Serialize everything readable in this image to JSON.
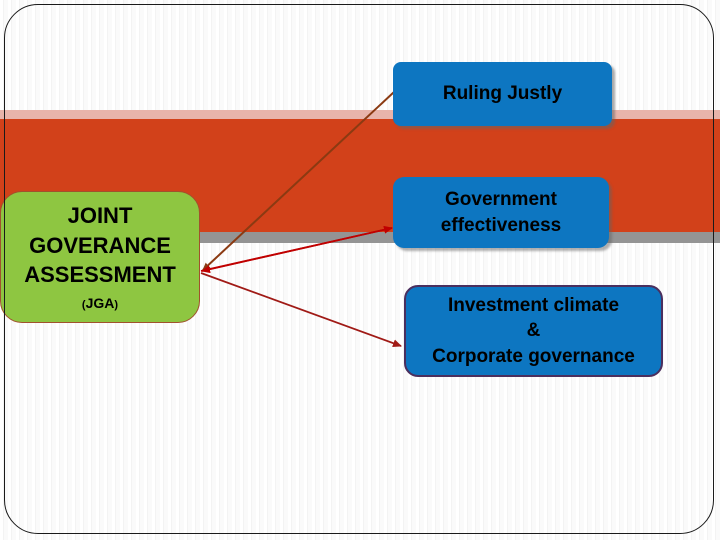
{
  "slide": {
    "background_color": "#ffffff",
    "band_color": "#d2411a",
    "band_top_strip_color": "#e8b4ab",
    "band_bottom_shadow_color": "#949494",
    "frame_border_color": "#1a1a1a"
  },
  "nodes": {
    "source": {
      "id": "joint-goverance-assessment",
      "title": "JOINT\nGOVERANCE\nASSESSMENT",
      "abbreviation_open": "(",
      "abbreviation": "JGA",
      "abbreviation_close": ")",
      "fill_color": "#8ec641",
      "border_color": "#a0522d",
      "text_color": "#000000"
    },
    "targets": [
      {
        "id": "ruling-justly",
        "label": "Ruling Justly",
        "fill_color": "#0d76c1",
        "text_color": "#000000"
      },
      {
        "id": "government-effectiveness",
        "label": "Government\neffectiveness",
        "fill_color": "#0d76c1",
        "text_color": "#000000"
      },
      {
        "id": "investment-climate-corporate-governance",
        "label": "Investment climate\n&\nCorporate governance",
        "fill_color": "#0d76c1",
        "border_color": "#4b2f5e",
        "text_color": "#000000"
      }
    ]
  },
  "connectors": [
    {
      "id": "connector-ruling-justly",
      "from": "joint-goverance-assessment",
      "to": "ruling-justly",
      "color": "#8b3a12",
      "arrowhead_at": "source"
    },
    {
      "id": "connector-government-effectiveness",
      "from": "joint-goverance-assessment",
      "to": "government-effectiveness",
      "color": "#c00000",
      "arrowhead_at": "both"
    },
    {
      "id": "connector-investment-climate",
      "from": "joint-goverance-assessment",
      "to": "investment-climate-corporate-governance",
      "color": "#a01a16",
      "arrowhead_at": "target"
    }
  ]
}
